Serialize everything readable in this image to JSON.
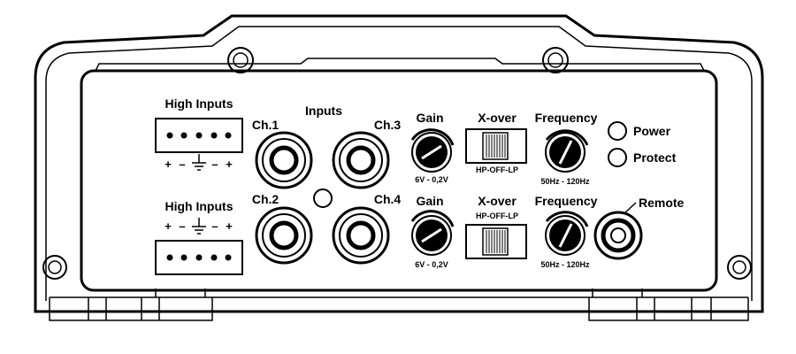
{
  "high_inputs_top": {
    "title": "High Inputs",
    "polarity": [
      "+",
      "–",
      "⏚",
      "–",
      "+"
    ]
  },
  "high_inputs_bottom": {
    "title": "High Inputs",
    "polarity": [
      "+",
      "–",
      "⏚",
      "–",
      "+"
    ]
  },
  "inputs": {
    "title": "Inputs",
    "ch1": "Ch.1",
    "ch2": "Ch.2",
    "ch3": "Ch.3",
    "ch4": "Ch.4"
  },
  "top_row": {
    "gain_label": "Gain",
    "gain_range": "6V - 0,2V",
    "xover_label": "X-over",
    "xover_modes": "HP-OFF-LP",
    "frequency_label": "Frequency",
    "frequency_range": "50Hz - 120Hz"
  },
  "bottom_row": {
    "gain_label": "Gain",
    "gain_range": "6V - 0,2V",
    "xover_label": "X-over",
    "xover_modes": "HP-OFF-LP",
    "frequency_label": "Frequency",
    "frequency_range": "50Hz - 120Hz"
  },
  "indicators": {
    "power": "Power",
    "protect": "Protect"
  },
  "remote": {
    "label": "Remote"
  },
  "icons": [
    "screw-hole-icon",
    "rca-jack-icon",
    "knob-icon",
    "led-icon",
    "speaker-terminal-icon",
    "ground-icon"
  ],
  "colors": {
    "line": "#000000",
    "background": "#ffffff"
  }
}
